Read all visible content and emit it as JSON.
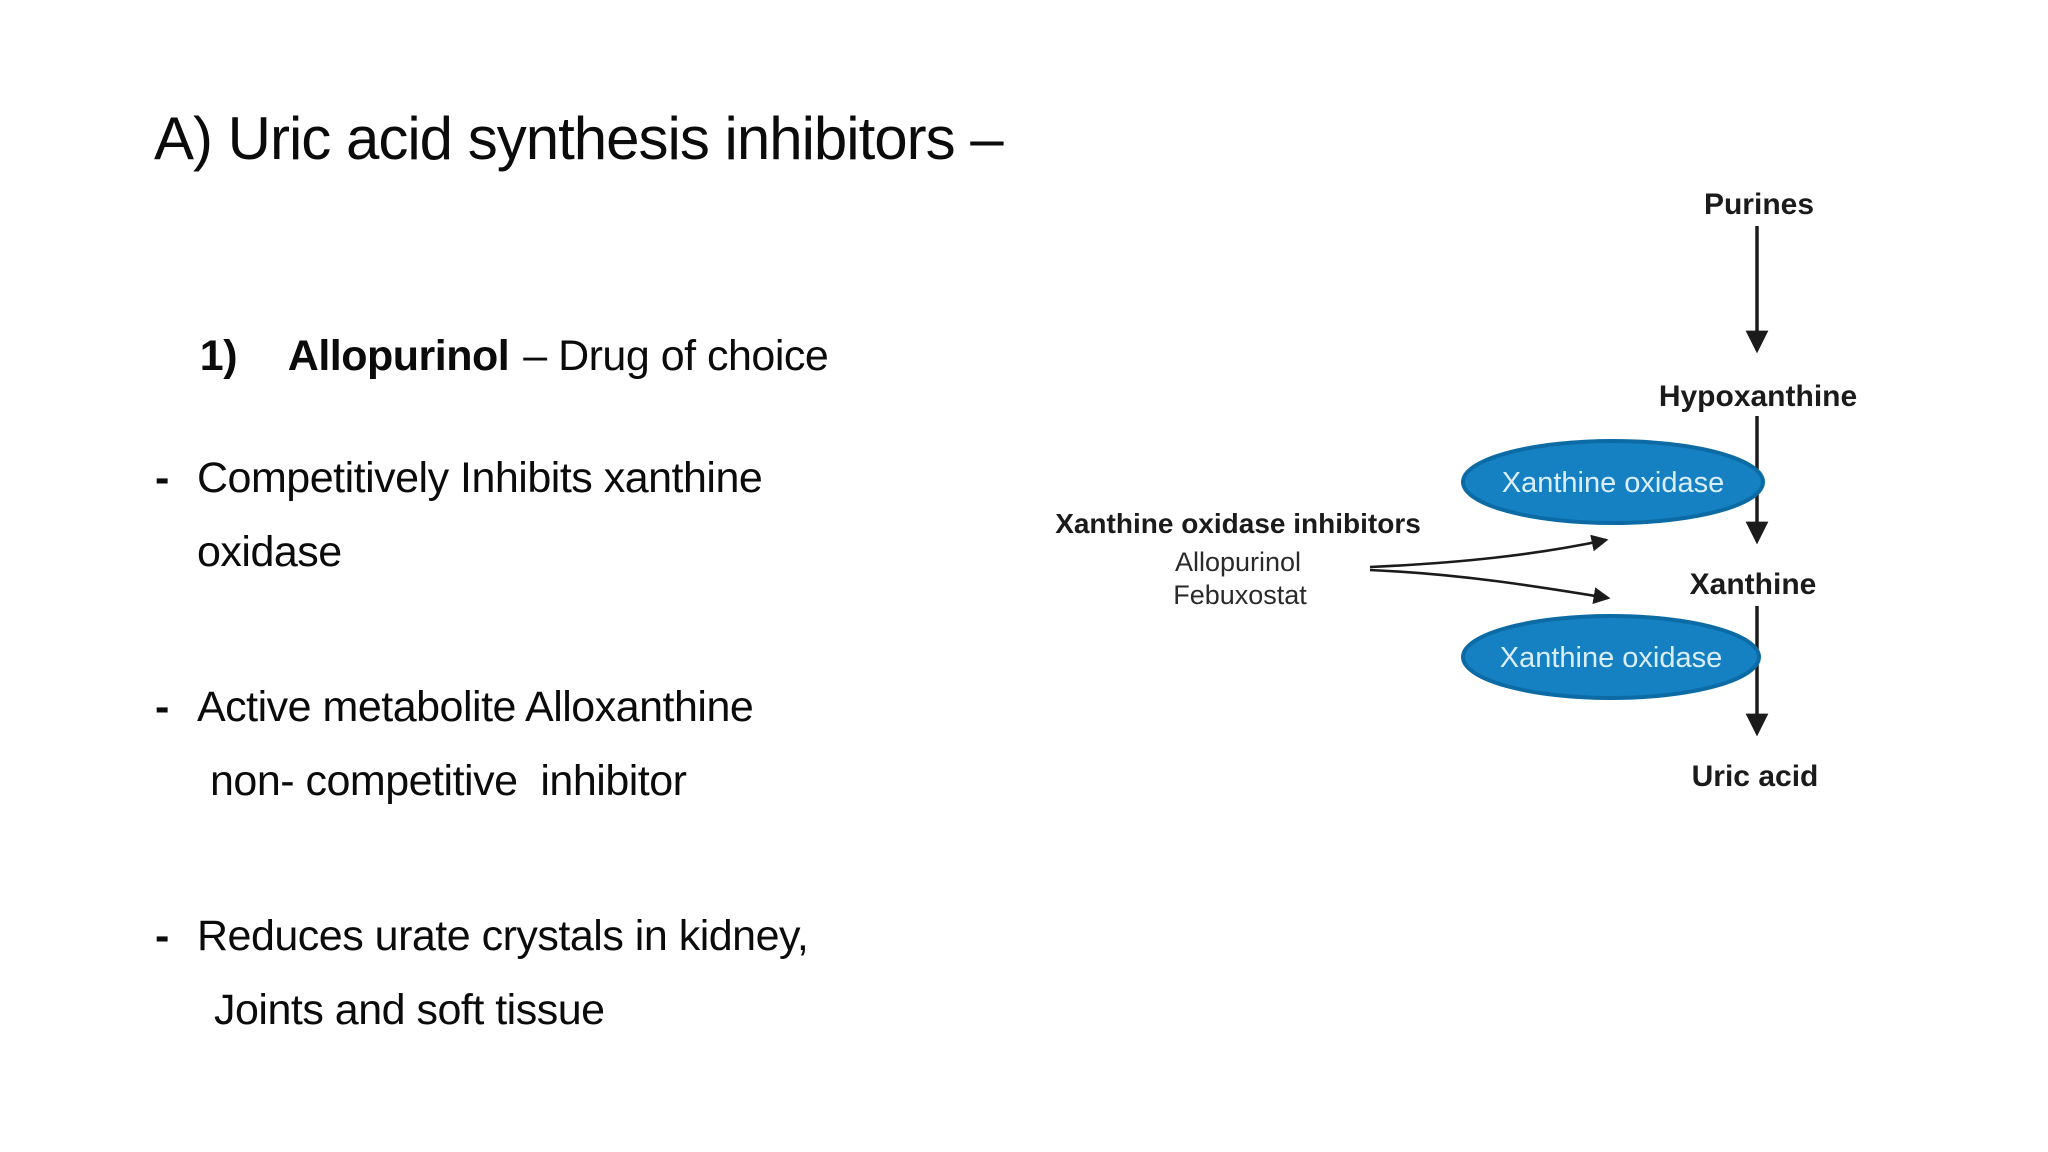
{
  "slide": {
    "title": "A) Uric acid synthesis inhibitors –",
    "numbered_item": {
      "number": "1)",
      "drug": "Allopurinol",
      "rest": "– Drug of choice"
    },
    "bullet_marker": "-",
    "bullets": [
      {
        "lines": [
          "Competitively Inhibits xanthine",
          "oxidase"
        ]
      },
      {
        "lines": [
          "Active metabolite Alloxanthine",
          "non- competitive  inhibitor"
        ]
      },
      {
        "lines": [
          "Reduces urate crystals in kidney,",
          "Joints and soft tissue"
        ]
      }
    ]
  },
  "diagram": {
    "nodes": [
      "Purines",
      "Hypoxanthine",
      "Xanthine",
      "Uric acid"
    ],
    "enzyme_label": "Xanthine oxidase",
    "inhibitors_heading": "Xanthine oxidase inhibitors",
    "inhibitor_drugs": [
      "Allopurinol",
      "Febuxostat"
    ],
    "colors": {
      "ellipse_fill": "#1581c2",
      "ellipse_border": "#0c6ba5",
      "ellipse_text": "#d9eef9",
      "arrow": "#1b1b1b",
      "label_text": "#1b1b1b"
    }
  }
}
